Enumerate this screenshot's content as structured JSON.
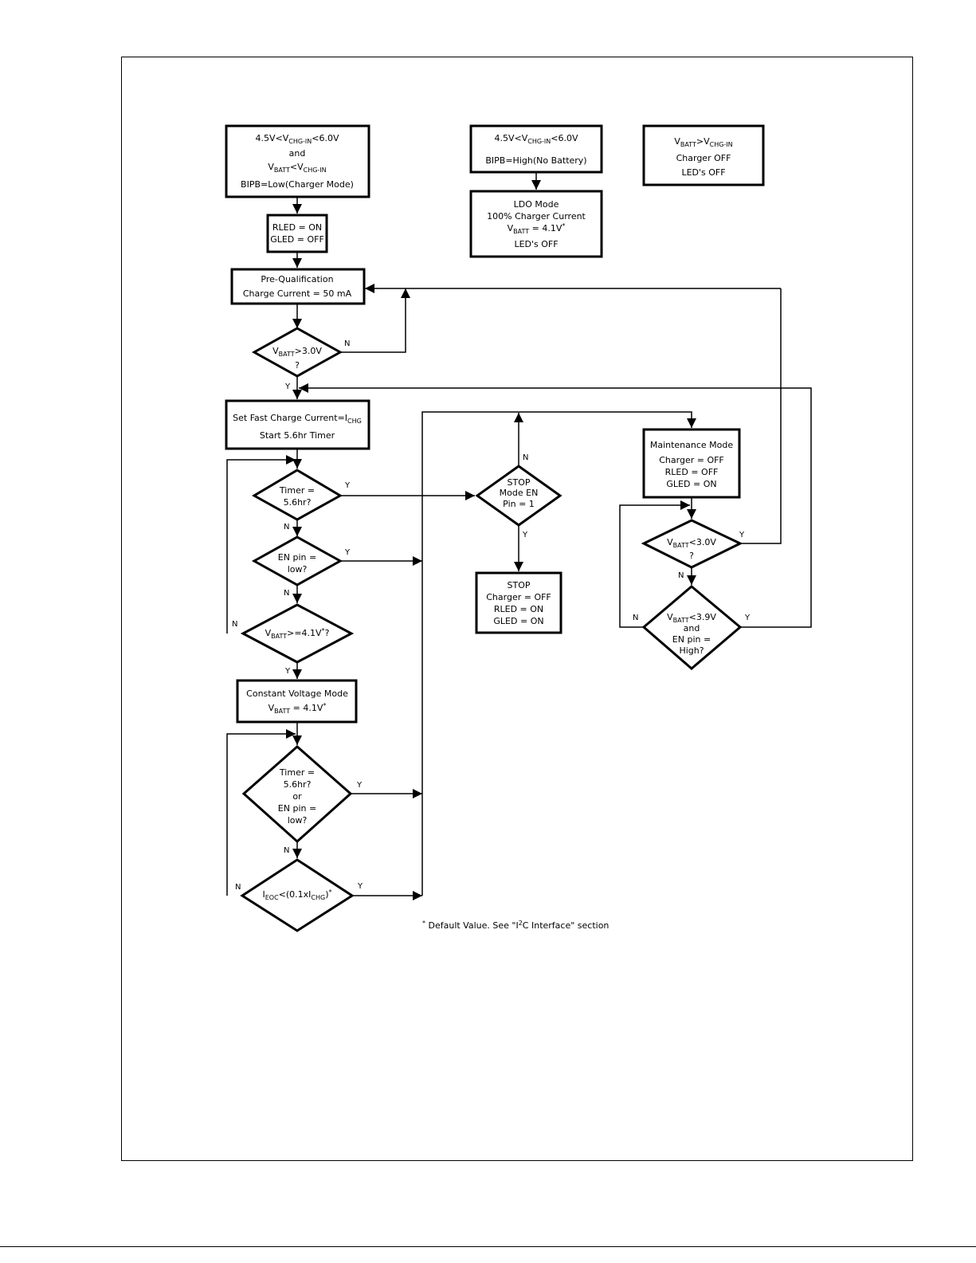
{
  "flowchart": {
    "start_box": {
      "line1": "4.5V<V",
      "line1_sub": "CHG-IN",
      "line1_end": "<6.0V",
      "line2": "and",
      "line3": "V",
      "line3_sub": "BATT",
      "line3_mid": "<V",
      "line3_sub2": "CHG-IN",
      "line4": "BIPB=Low(Charger Mode)"
    },
    "ldo_cond_box": {
      "line1": "4.5V<V",
      "line1_sub": "CHG-IN",
      "line1_end": "<6.0V",
      "line2": "BIPB=High(No Battery)"
    },
    "ldo_mode_box": {
      "line1": "LDO Mode",
      "line2": "100% Charger Current",
      "line3": "V",
      "line3_sub": "BATT",
      "line3_end": " = 4.1V",
      "line3_sup": "*",
      "line4": "LED's OFF"
    },
    "vbatt_gt_box": {
      "line1": "V",
      "line1_sub": "BATT",
      "line1_mid": ">V",
      "line1_sub2": "CHG-IN",
      "line2": "Charger OFF",
      "line3": "LED's OFF"
    },
    "led_box": {
      "line1": "RLED = ON",
      "line2": "GLED = OFF"
    },
    "prequal_box": {
      "line1": "Pre-Qualification",
      "line2": "Charge Current = 50 mA"
    },
    "vbatt_3v_diamond": {
      "line1": "V",
      "line1_sub": "BATT",
      "line1_end": ">3.0V",
      "line2": "?"
    },
    "fast_charge_box": {
      "line1": "Set Fast Charge Current=I",
      "line1_sub": "CHG",
      "line2": "Start 5.6hr Timer"
    },
    "timer_diamond": {
      "line1": "Timer =",
      "line2": "5.6hr?"
    },
    "en_pin_diamond": {
      "line1": "EN pin =",
      "line2": "low?"
    },
    "vbatt_41_diamond": {
      "line1": "V",
      "line1_sub": "BATT",
      "line1_end": ">=4.1V",
      "line1_sup": "*",
      "line1_q": "?"
    },
    "cv_mode_box": {
      "line1": "Constant Voltage Mode",
      "line2": "V",
      "line2_sub": "BATT",
      "line2_end": " = 4.1V",
      "line2_sup": "*"
    },
    "timer_or_en_diamond": {
      "line1": "Timer =",
      "line2": "5.6hr?",
      "line3": "or",
      "line4": "EN pin =",
      "line5": "low?"
    },
    "ieoc_diamond": {
      "line1": "I",
      "line1_sub": "EOC",
      "line1_mid": "<(0.1xI",
      "line1_sub2": "CHG",
      "line1_end": ")",
      "line1_sup": "*"
    },
    "stop_mode_diamond": {
      "line1": "STOP",
      "line2": "Mode EN",
      "line3": "Pin = 1"
    },
    "stop_box": {
      "line1": "STOP",
      "line2": "Charger = OFF",
      "line3": "RLED = ON",
      "line4": "GLED = ON"
    },
    "maint_box": {
      "line1": "Maintenance Mode",
      "line2": "Charger = OFF",
      "line3": "RLED = OFF",
      "line4": "GLED = ON"
    },
    "vbatt_lt3_diamond": {
      "line1": "V",
      "line1_sub": "BATT",
      "line1_end": "<3.0V",
      "line2": "?"
    },
    "vbatt_lt39_diamond": {
      "line1": "V",
      "line1_sub": "BATT",
      "line1_end": "<3.9V",
      "line2": "and",
      "line3": "EN pin =",
      "line4": "High?"
    },
    "labels": {
      "yes": "Y",
      "no": "N"
    },
    "footnote": {
      "star": "*",
      "text1": " Default Value. See \"I",
      "sup": "2",
      "text2": "C Interface\" section"
    }
  }
}
